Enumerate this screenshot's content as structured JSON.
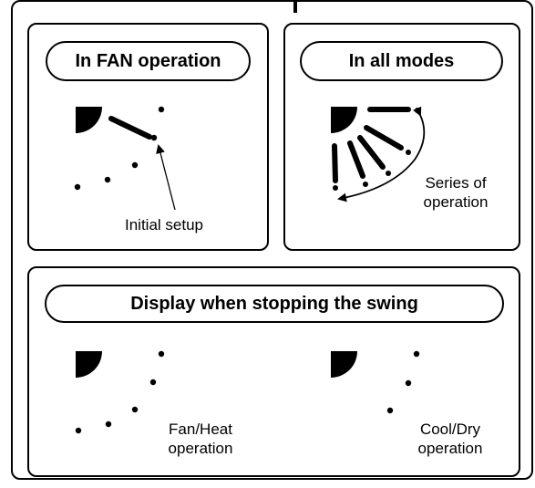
{
  "panels": {
    "fan": {
      "title": "In FAN operation",
      "annotation": "Initial setup"
    },
    "all_modes": {
      "title": "In all modes",
      "annotation_line1": "Series of",
      "annotation_line2": "operation"
    },
    "stopping": {
      "title": "Display when stopping the swing",
      "left_caption_line1": "Fan/Heat",
      "left_caption_line2": "operation",
      "right_caption_line1": "Cool/Dry",
      "right_caption_line2": "operation"
    }
  },
  "colors": {
    "ink": "#000000",
    "background": "#ffffff"
  },
  "icons": {
    "louver": "quarter-circle-icon",
    "position": "dot-icon",
    "arrow": "arc-arrow-icon"
  }
}
